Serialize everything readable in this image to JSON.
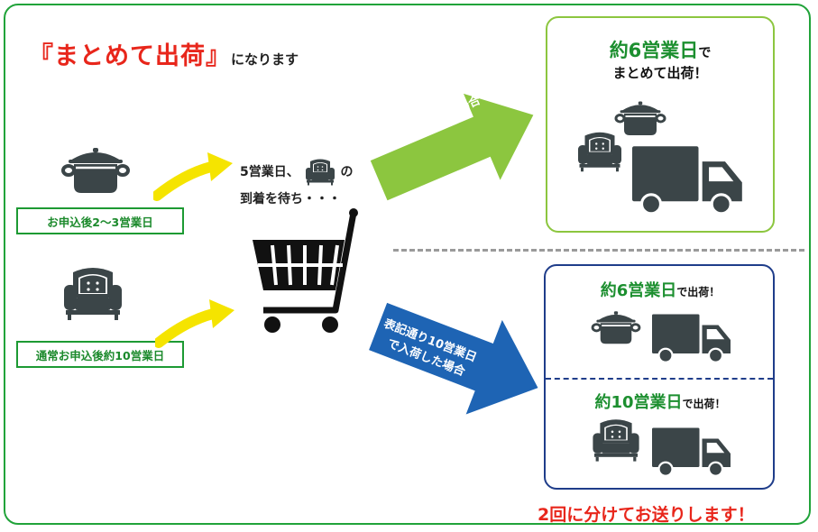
{
  "colors": {
    "frame_green": "#21a33a",
    "accent_red": "#e8261b",
    "arrow_green": "#8cc63f",
    "arrow_blue": "#1e64b4",
    "icon_dark": "#3b4548",
    "panel_navy": "#1f3d8a"
  },
  "title": {
    "main": "『まとめて出荷』",
    "suffix": "になります"
  },
  "left": {
    "pot_label": "お申込後2～3営業日",
    "sofa_label": "通常お申込後約10営業日"
  },
  "cart_note": {
    "line1_a": "5営業日、",
    "line1_b": "の",
    "line2": "到着を待ち・・・"
  },
  "arrows": {
    "early_label": "早めに入荷した場合",
    "late_label_line1": "表記通り10営業日",
    "late_label_line2": "で入荷した場合"
  },
  "panel_top": {
    "days": "約6営業日",
    "de": "で",
    "ship": "まとめて出荷！"
  },
  "panel_bottom": {
    "row1_days": "約6営業日",
    "row1_suffix": "で出荷！",
    "row2_days": "約10営業日",
    "row2_suffix": "で出荷！"
  },
  "final_note": "2回に分けてお送りします！",
  "icons": [
    "pot-icon",
    "sofa-icon",
    "cart-icon",
    "truck-icon",
    "curved-arrow-icon"
  ]
}
